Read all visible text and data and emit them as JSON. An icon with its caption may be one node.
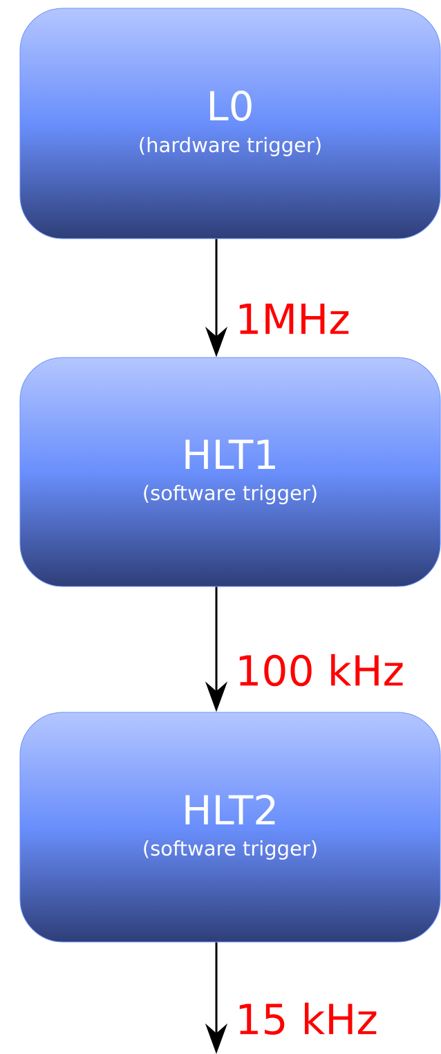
{
  "diagram": {
    "nodes": [
      {
        "text": [
          "L0",
          "(hardware trigger)"
        ]
      },
      {
        "text": [
          "HLT1",
          "(software trigger)"
        ]
      },
      {
        "text": [
          "HLT2",
          "(software trigger)"
        ]
      }
    ],
    "edges": [
      {
        "from": 0,
        "to": 1,
        "arrow": "to",
        "label": "1MHz"
      },
      {
        "from": 1,
        "to": 2,
        "arrow": "to",
        "label": "100 kHz"
      },
      {
        "from": 2,
        "to": null,
        "arrow": "to",
        "label": "15 kHz"
      }
    ]
  }
}
